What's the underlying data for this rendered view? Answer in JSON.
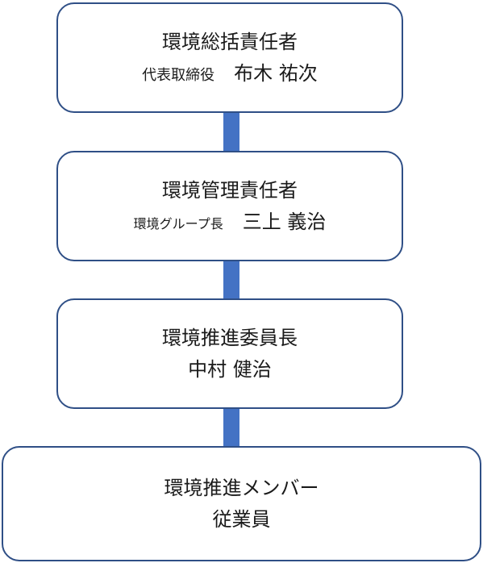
{
  "colors": {
    "box_border": "#2f4f86",
    "connector": "#4472c4",
    "text": "#1a1a1a"
  },
  "boxes": [
    {
      "title": "環境総括責任者",
      "role": "代表取締役",
      "name": "布木 祐次"
    },
    {
      "title": "環境管理責任者",
      "role": "環境グループ長",
      "name": "三上 義治"
    },
    {
      "title": "環境推進委員長",
      "role": "",
      "name": "中村 健治"
    },
    {
      "title": "環境推進メンバー",
      "role": "",
      "name": "従業員"
    }
  ]
}
